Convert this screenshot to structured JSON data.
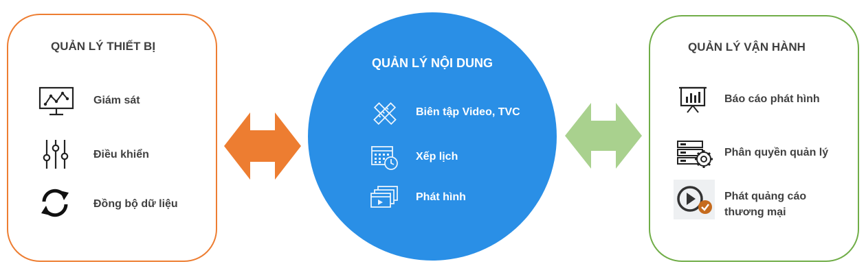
{
  "left_panel": {
    "title": "QUẢN LÝ THIẾT BỊ",
    "items": [
      {
        "label": "Giám sát",
        "icon": "monitor-chart-icon"
      },
      {
        "label": "Điều khiển",
        "icon": "sliders-icon"
      },
      {
        "label": "Đồng bộ dữ liệu",
        "icon": "sync-icon"
      }
    ]
  },
  "center_circle": {
    "title": "QUẢN LÝ NỘI DUNG",
    "items": [
      {
        "label": "Biên tập Video, TVC",
        "icon": "edit-tools-icon"
      },
      {
        "label": "Xếp lịch",
        "icon": "calendar-clock-icon"
      },
      {
        "label": "Phát hình",
        "icon": "video-stack-icon"
      }
    ]
  },
  "right_panel": {
    "title": "QUẢN LÝ VẬN HÀNH",
    "items": [
      {
        "label": "Báo cáo phát hình",
        "icon": "presentation-chart-icon"
      },
      {
        "label": "Phân quyền quản lý",
        "icon": "server-gear-icon"
      },
      {
        "label_line1": "Phát quảng cáo",
        "label_line2": "thương mại",
        "icon": "play-check-icon"
      }
    ]
  },
  "colors": {
    "left_accent": "#ED7D31",
    "center_fill": "#2A8FE6",
    "right_accent": "#70AD47",
    "right_arrow": "#A9D18E",
    "text_dark": "#404040"
  },
  "connectors": [
    {
      "name": "left-double-arrow",
      "color": "#ED7D31"
    },
    {
      "name": "right-double-arrow",
      "color": "#A9D18E"
    }
  ]
}
